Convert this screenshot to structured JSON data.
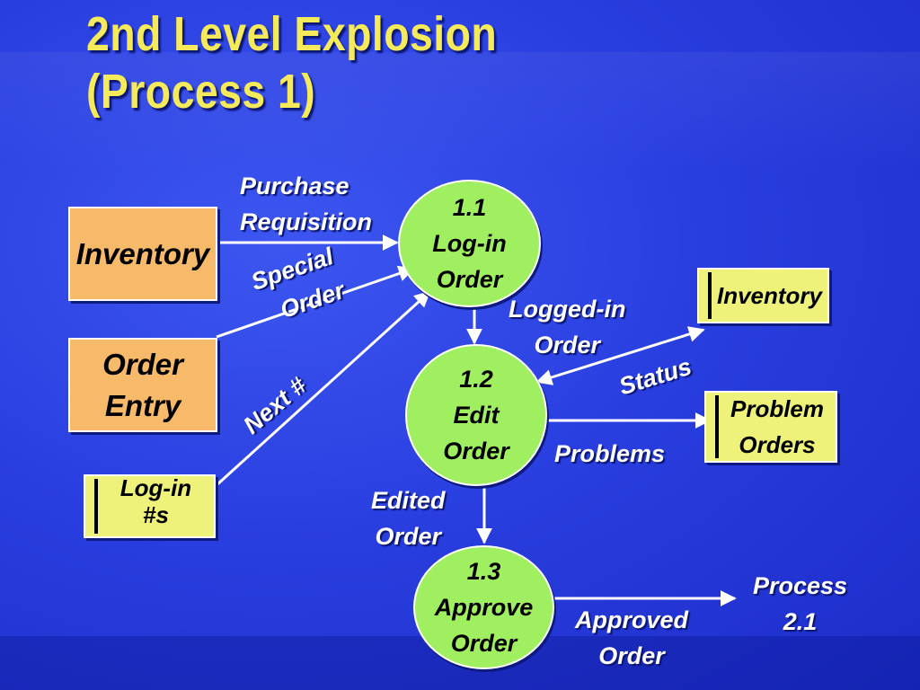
{
  "title": {
    "line1": "2nd Level Explosion",
    "line2": "(Process 1)"
  },
  "entities": {
    "inventory": "Inventory",
    "order_entry_l1": "Order",
    "order_entry_l2": "Entry"
  },
  "stores": {
    "login_nums_l1": "Log-in",
    "login_nums_l2": "#s",
    "inventory": "Inventory",
    "problem_l1": "Problem",
    "problem_l2": "Orders"
  },
  "processes": {
    "p11": {
      "num": "1.1",
      "l1": "Log-in",
      "l2": "Order"
    },
    "p12": {
      "num": "1.2",
      "l1": "Edit",
      "l2": "Order"
    },
    "p13": {
      "num": "1.3",
      "l1": "Approve",
      "l2": "Order"
    }
  },
  "flows": {
    "purchase_l1": "Purchase",
    "purchase_l2": "Requisition",
    "special_l1": "Special",
    "special_l2": "Order",
    "next": "Next #",
    "logged_l1": "Logged-in",
    "logged_l2": "Order",
    "status": "Status",
    "problems": "Problems",
    "edited_l1": "Edited",
    "edited_l2": "Order",
    "approved_l1": "Approved",
    "approved_l2": "Order",
    "process21_l1": "Process",
    "process21_l2": "2.1"
  },
  "colors": {
    "background": "#2a3fe0",
    "title": "#f4ea5a",
    "entity": "#f7b96a",
    "store": "#eef27a",
    "process": "#a0ef60"
  }
}
